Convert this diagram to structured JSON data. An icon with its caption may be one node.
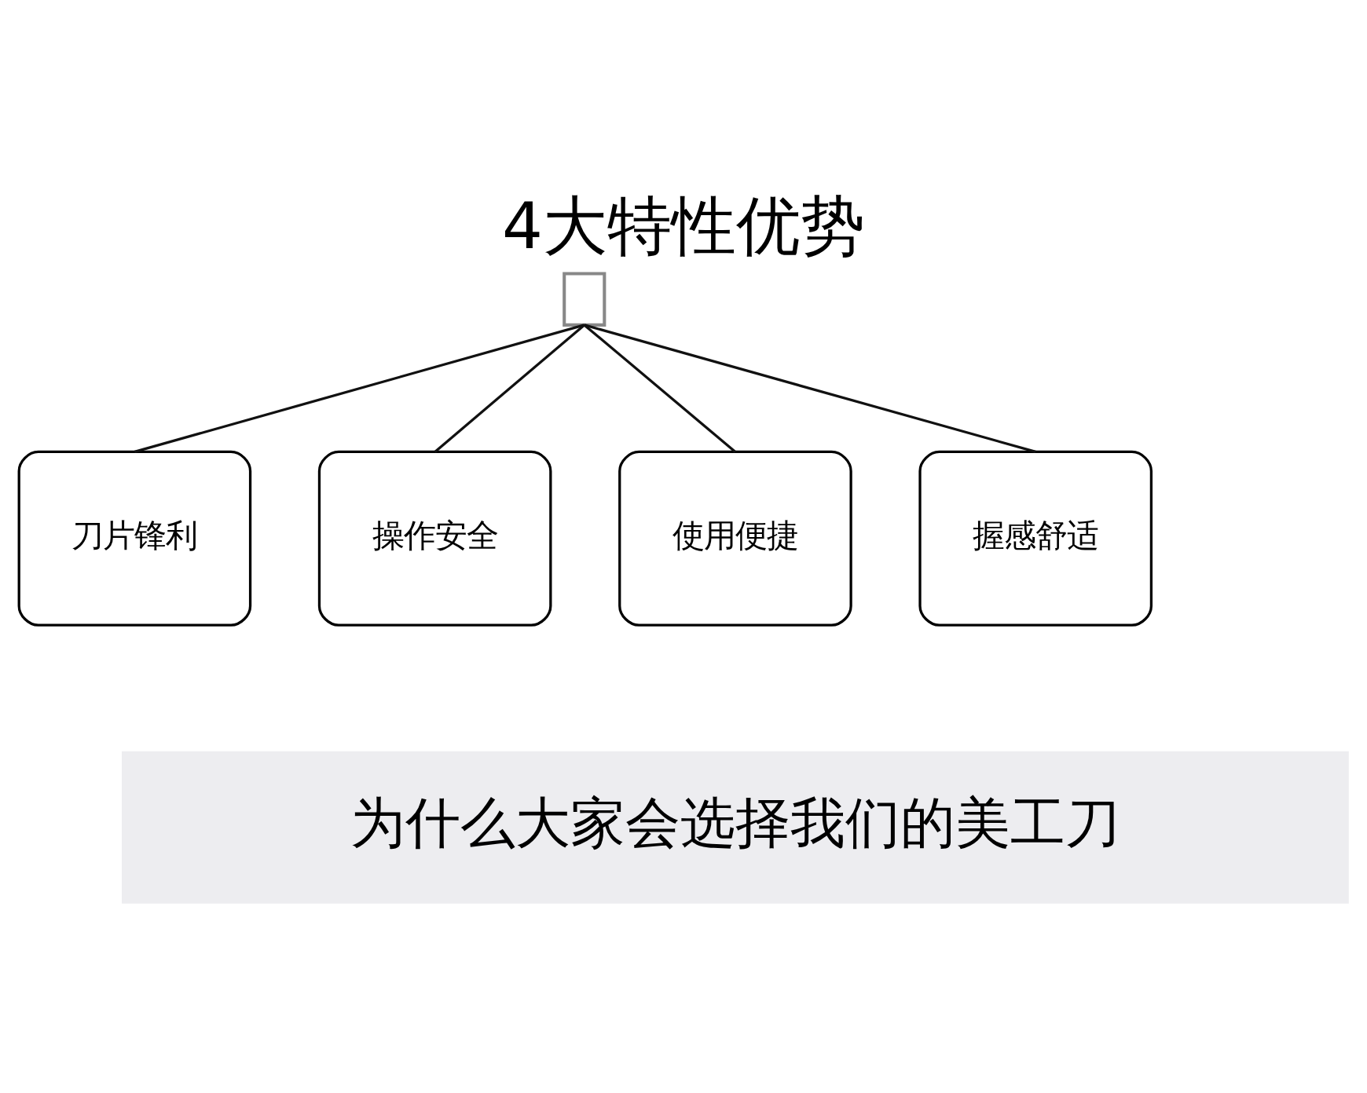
{
  "diagram": {
    "title": "4大特性优势",
    "nodes": [
      {
        "text": [],
        "shape": "box"
      },
      {
        "text": [
          "刀片锋利"
        ]
      },
      {
        "text": [
          "操作安全"
        ]
      },
      {
        "text": [
          "使用便捷"
        ]
      },
      {
        "text": [
          "握感舒适"
        ]
      },
      {
        "text": [
          "为什么大家会选择我们的美工刀"
        ]
      }
    ],
    "edges": [
      {
        "from": 0,
        "to": 1,
        "arrow": "none"
      },
      {
        "from": 0,
        "to": 2,
        "arrow": "none"
      },
      {
        "from": 0,
        "to": 3,
        "arrow": "none"
      },
      {
        "from": 0,
        "to": 4,
        "arrow": "none"
      }
    ]
  }
}
